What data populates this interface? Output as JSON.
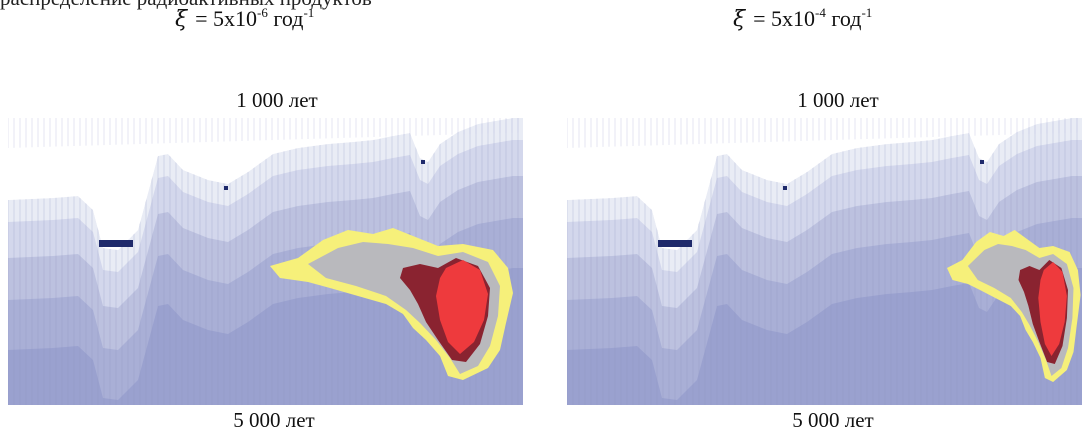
{
  "header_fragment": "распределение радиоактивных продуктов",
  "panels": [
    {
      "formula": {
        "symbol": "ξ",
        "prefix": "= 5x10",
        "exponent": "-6",
        "unit": "год",
        "unit_exponent": "-1"
      },
      "top_label": "1 000 лет",
      "bottom_label": "5 000 лет",
      "plume_shift": 0
    },
    {
      "formula": {
        "symbol": "ξ",
        "prefix": "= 5x10",
        "exponent": "-4",
        "unit": "год",
        "unit_exponent": "-1"
      },
      "top_label": "1 000 лет",
      "bottom_label": "5 000 лет",
      "plume_shift": 1
    }
  ],
  "colors": {
    "layer_1": "#e9ecf5",
    "layer_2": "#d3d7ec",
    "layer_3": "#bcc1df",
    "layer_4": "#a9afd6",
    "layer_5": "#9aa1cf",
    "marker": "#1f2a6b",
    "zone_yellow": "#f6f07a",
    "zone_grey": "#b9b9bd",
    "zone_darkred": "#8a2330",
    "zone_red": "#ee3a3d"
  }
}
